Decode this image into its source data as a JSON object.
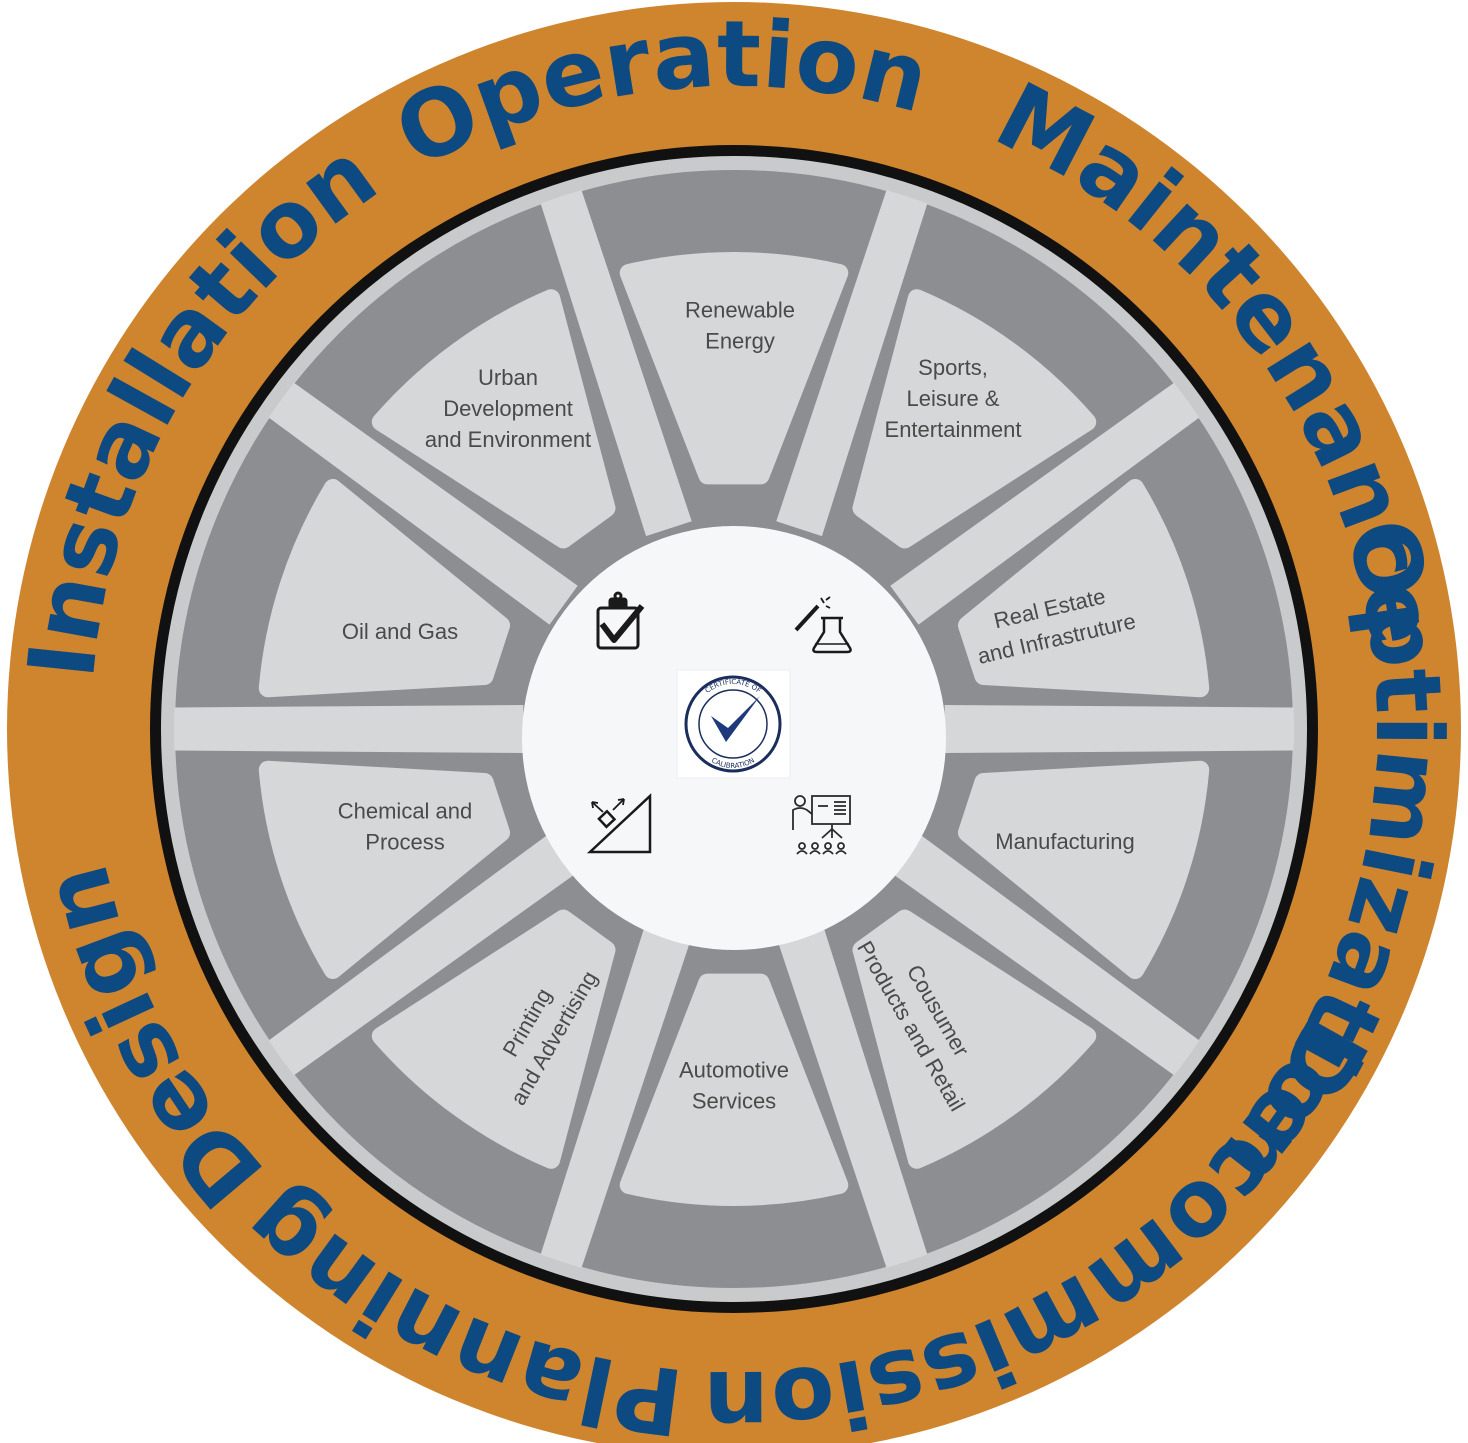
{
  "colors": {
    "outer_ring": "#cf842e",
    "stage_text": "#0e4a82",
    "dark_ring": "#111111",
    "spoke_dark": "#8d8e91",
    "panel_light": "#d6d7d8",
    "hub": "#f6f7f9"
  },
  "stages": [
    {
      "id": "planning",
      "label": "Planning"
    },
    {
      "id": "design",
      "label": "Design"
    },
    {
      "id": "installation",
      "label": "Installation"
    },
    {
      "id": "operation",
      "label": "Operation"
    },
    {
      "id": "maintenance",
      "label": "Maintenance"
    },
    {
      "id": "optimization",
      "label": "Optimization"
    },
    {
      "id": "decommissioning",
      "label": "Decommissioning"
    }
  ],
  "segments": [
    {
      "id": "renewable",
      "lines": [
        "Renewable",
        "Energy"
      ]
    },
    {
      "id": "sports",
      "lines": [
        "Sports,",
        "Leisure &",
        "Entertainment"
      ]
    },
    {
      "id": "real-estate",
      "lines": [
        "Real Estate",
        "and Infrastruture"
      ]
    },
    {
      "id": "manufacturing",
      "lines": [
        "Manufacturing"
      ]
    },
    {
      "id": "consumer",
      "lines": [
        "Cousumer",
        "Products and Retail"
      ]
    },
    {
      "id": "automotive",
      "lines": [
        "Automotive",
        "Services"
      ]
    },
    {
      "id": "printing",
      "lines": [
        "Printing",
        "and Advertising"
      ]
    },
    {
      "id": "chemical",
      "lines": [
        "Chemical and",
        "Process"
      ]
    },
    {
      "id": "oil-gas",
      "lines": [
        "Oil and Gas"
      ]
    },
    {
      "id": "urban",
      "lines": [
        "Urban",
        "Development",
        "and Environment"
      ]
    }
  ],
  "hub_icons": [
    "clipboard-check-icon",
    "flask-icon",
    "incline-measure-icon",
    "presentation-icon"
  ],
  "seal": {
    "name": "certificate-seal-icon",
    "top_text": "CERTIFICATE OF",
    "bottom_text": "CALIBRATION"
  }
}
